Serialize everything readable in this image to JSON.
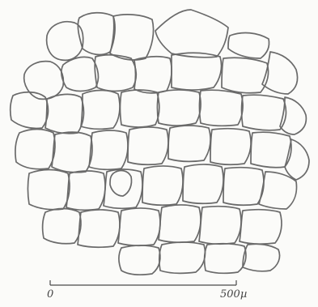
{
  "figure": {
    "description_kind": "micrograph-drawing",
    "line_color": "#6a6a6a",
    "background_color": "#fbfbf9"
  },
  "scale_bar": {
    "start_label": "0",
    "end_label": "500µ"
  }
}
